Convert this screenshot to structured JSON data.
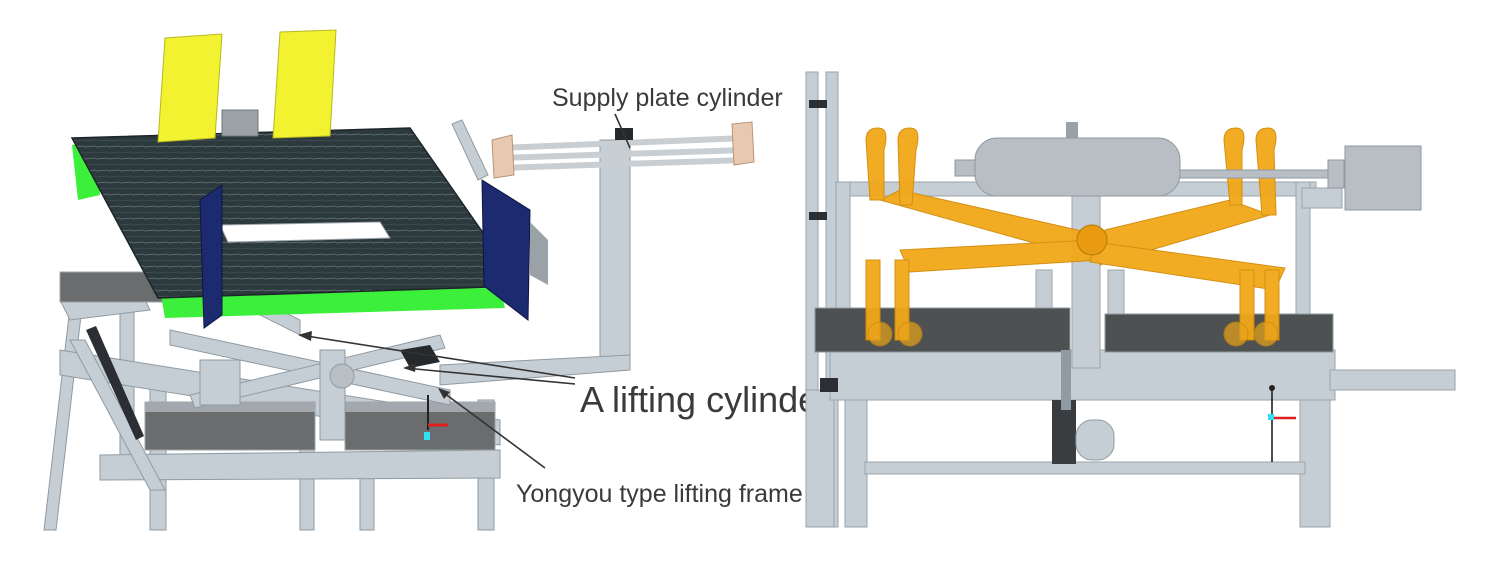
{
  "labels": {
    "supply_plate_cylinder": "Supply plate cylinder",
    "lifting_cylinder": "A lifting cylinder",
    "lifting_frame": "Yongyou type lifting frame"
  },
  "colors": {
    "frame": "#c5ced5",
    "frame_dark": "#8f9aa2",
    "plate": "#2e3a3e",
    "green_edge": "#3bef3b",
    "yellow_panel": "#f2f230",
    "blue_guide": "#1c2a70",
    "orange_scissor": "#f2a818",
    "cylinder": "#b8bec3",
    "leader": "#333333"
  }
}
